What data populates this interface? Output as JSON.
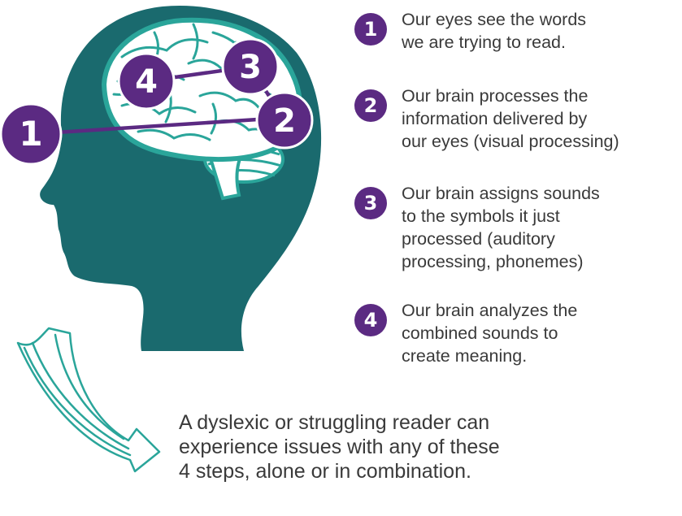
{
  "colors": {
    "head": "#1a6a6e",
    "brain_fill": "#ffffff",
    "brain_stroke": "#2aa59a",
    "badge": "#5b2a82",
    "connector": "#5b2a82",
    "arrow_stroke": "#2aa59a",
    "text": "#3a3a3a"
  },
  "diagram_badges": [
    {
      "label": "1"
    },
    {
      "label": "2"
    },
    {
      "label": "3"
    },
    {
      "label": "4"
    }
  ],
  "steps": [
    {
      "number": "1",
      "lines": [
        "Our eyes see the words",
        "we are trying to read."
      ]
    },
    {
      "number": "2",
      "lines": [
        "Our brain processes the",
        "information delivered by",
        "our eyes (visual processing)"
      ]
    },
    {
      "number": "3",
      "lines": [
        "Our brain assigns sounds",
        "to the symbols it just",
        "processed (auditory",
        "processing, phonemes)"
      ]
    },
    {
      "number": "4",
      "lines": [
        "Our brain analyzes the",
        "combined sounds to",
        "create meaning."
      ]
    }
  ],
  "summary": {
    "lines": [
      "A dyslexic or struggling reader can",
      "experience issues with any of these",
      "4 steps, alone or in combination."
    ]
  }
}
